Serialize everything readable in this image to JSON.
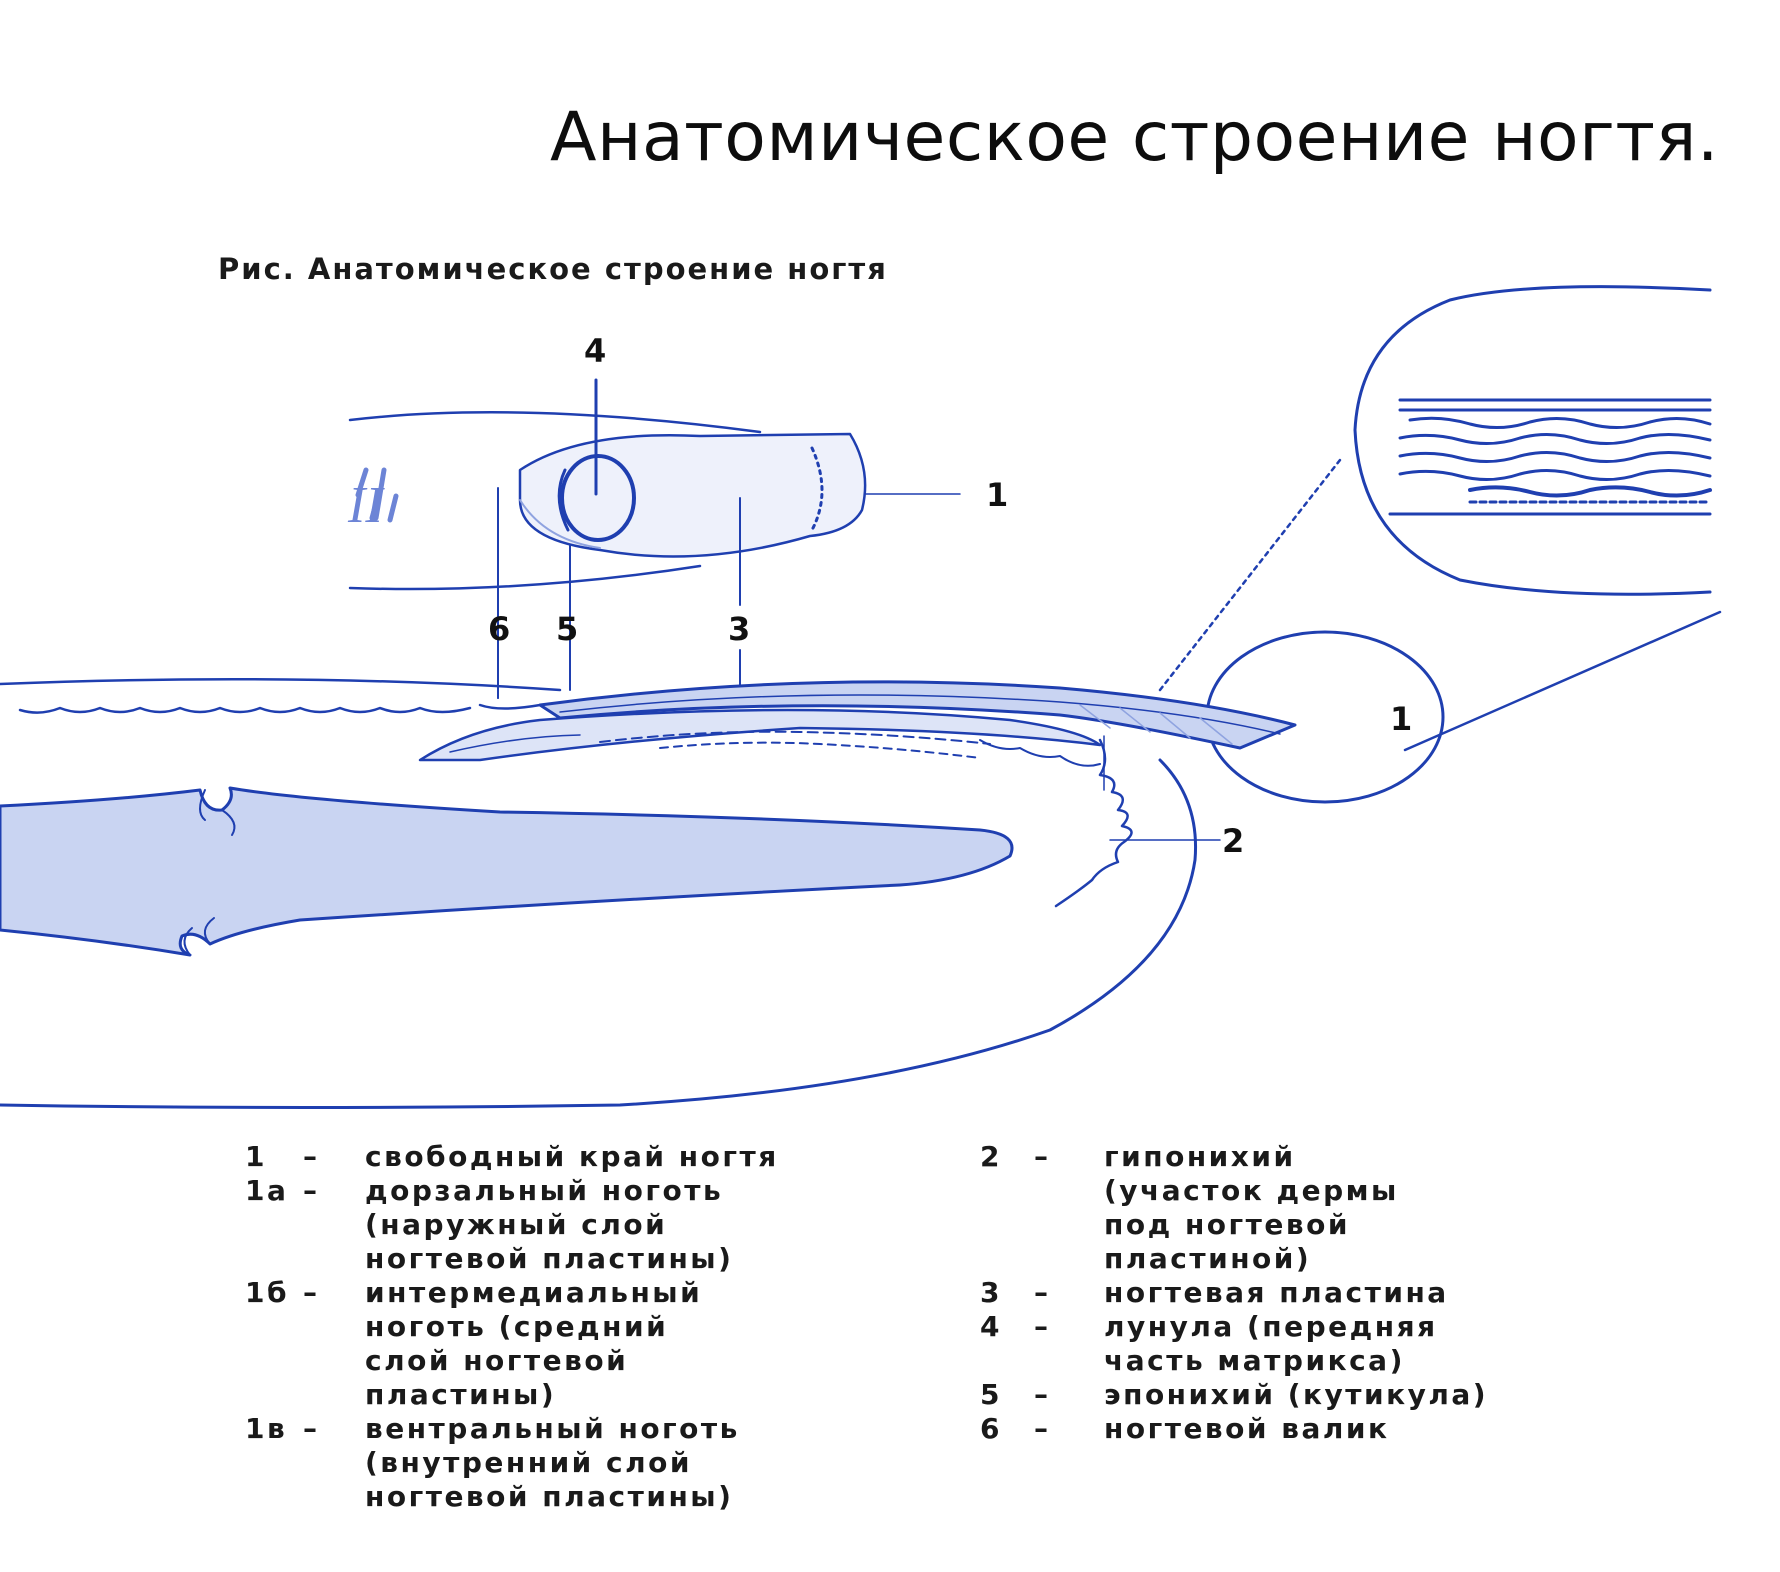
{
  "title": "Анатомическое строение ногтя.",
  "caption": "Рис. Анатомическое строение ногтя",
  "roman_numeral": "II",
  "labels": {
    "n4": "4",
    "n1_top": "1",
    "n6": "6",
    "n5": "5",
    "n3": "3",
    "n1_circle": "1",
    "n2": "2"
  },
  "legend_left": [
    {
      "num": "1",
      "dash": "–",
      "lines": [
        "свободный край ногтя"
      ]
    },
    {
      "num": "1а",
      "dash": "–",
      "lines": [
        "дорзальный ноготь",
        "(наружный слой",
        "ногтевой пластины)"
      ]
    },
    {
      "num": "1б",
      "dash": "–",
      "lines": [
        "интермедиальный",
        "ноготь (средний",
        "слой ногтевой",
        "пластины)"
      ]
    },
    {
      "num": "1в",
      "dash": "–",
      "lines": [
        "вентральный ноготь",
        "(внутренний слой",
        "ногтевой пластины)"
      ]
    }
  ],
  "legend_right": [
    {
      "num": "2",
      "dash": "–",
      "lines": [
        "гипонихий",
        "(участок дермы",
        "под ногтевой",
        "пластиной)"
      ]
    },
    {
      "num": "3",
      "dash": "–",
      "lines": [
        "ногтевая пластина"
      ]
    },
    {
      "num": "4",
      "dash": "–",
      "lines": [
        "лунула (передняя",
        "часть матрикса)"
      ]
    },
    {
      "num": "5",
      "dash": "–",
      "lines": [
        "эпонихий (кутикула)"
      ]
    },
    {
      "num": "6",
      "dash": "–",
      "lines": [
        "ногтевой валик"
      ]
    }
  ],
  "colors": {
    "ink": "#1f3fb0",
    "ink_light": "#8fa3e0",
    "fill": "#c9d4f2",
    "text": "#111111"
  }
}
